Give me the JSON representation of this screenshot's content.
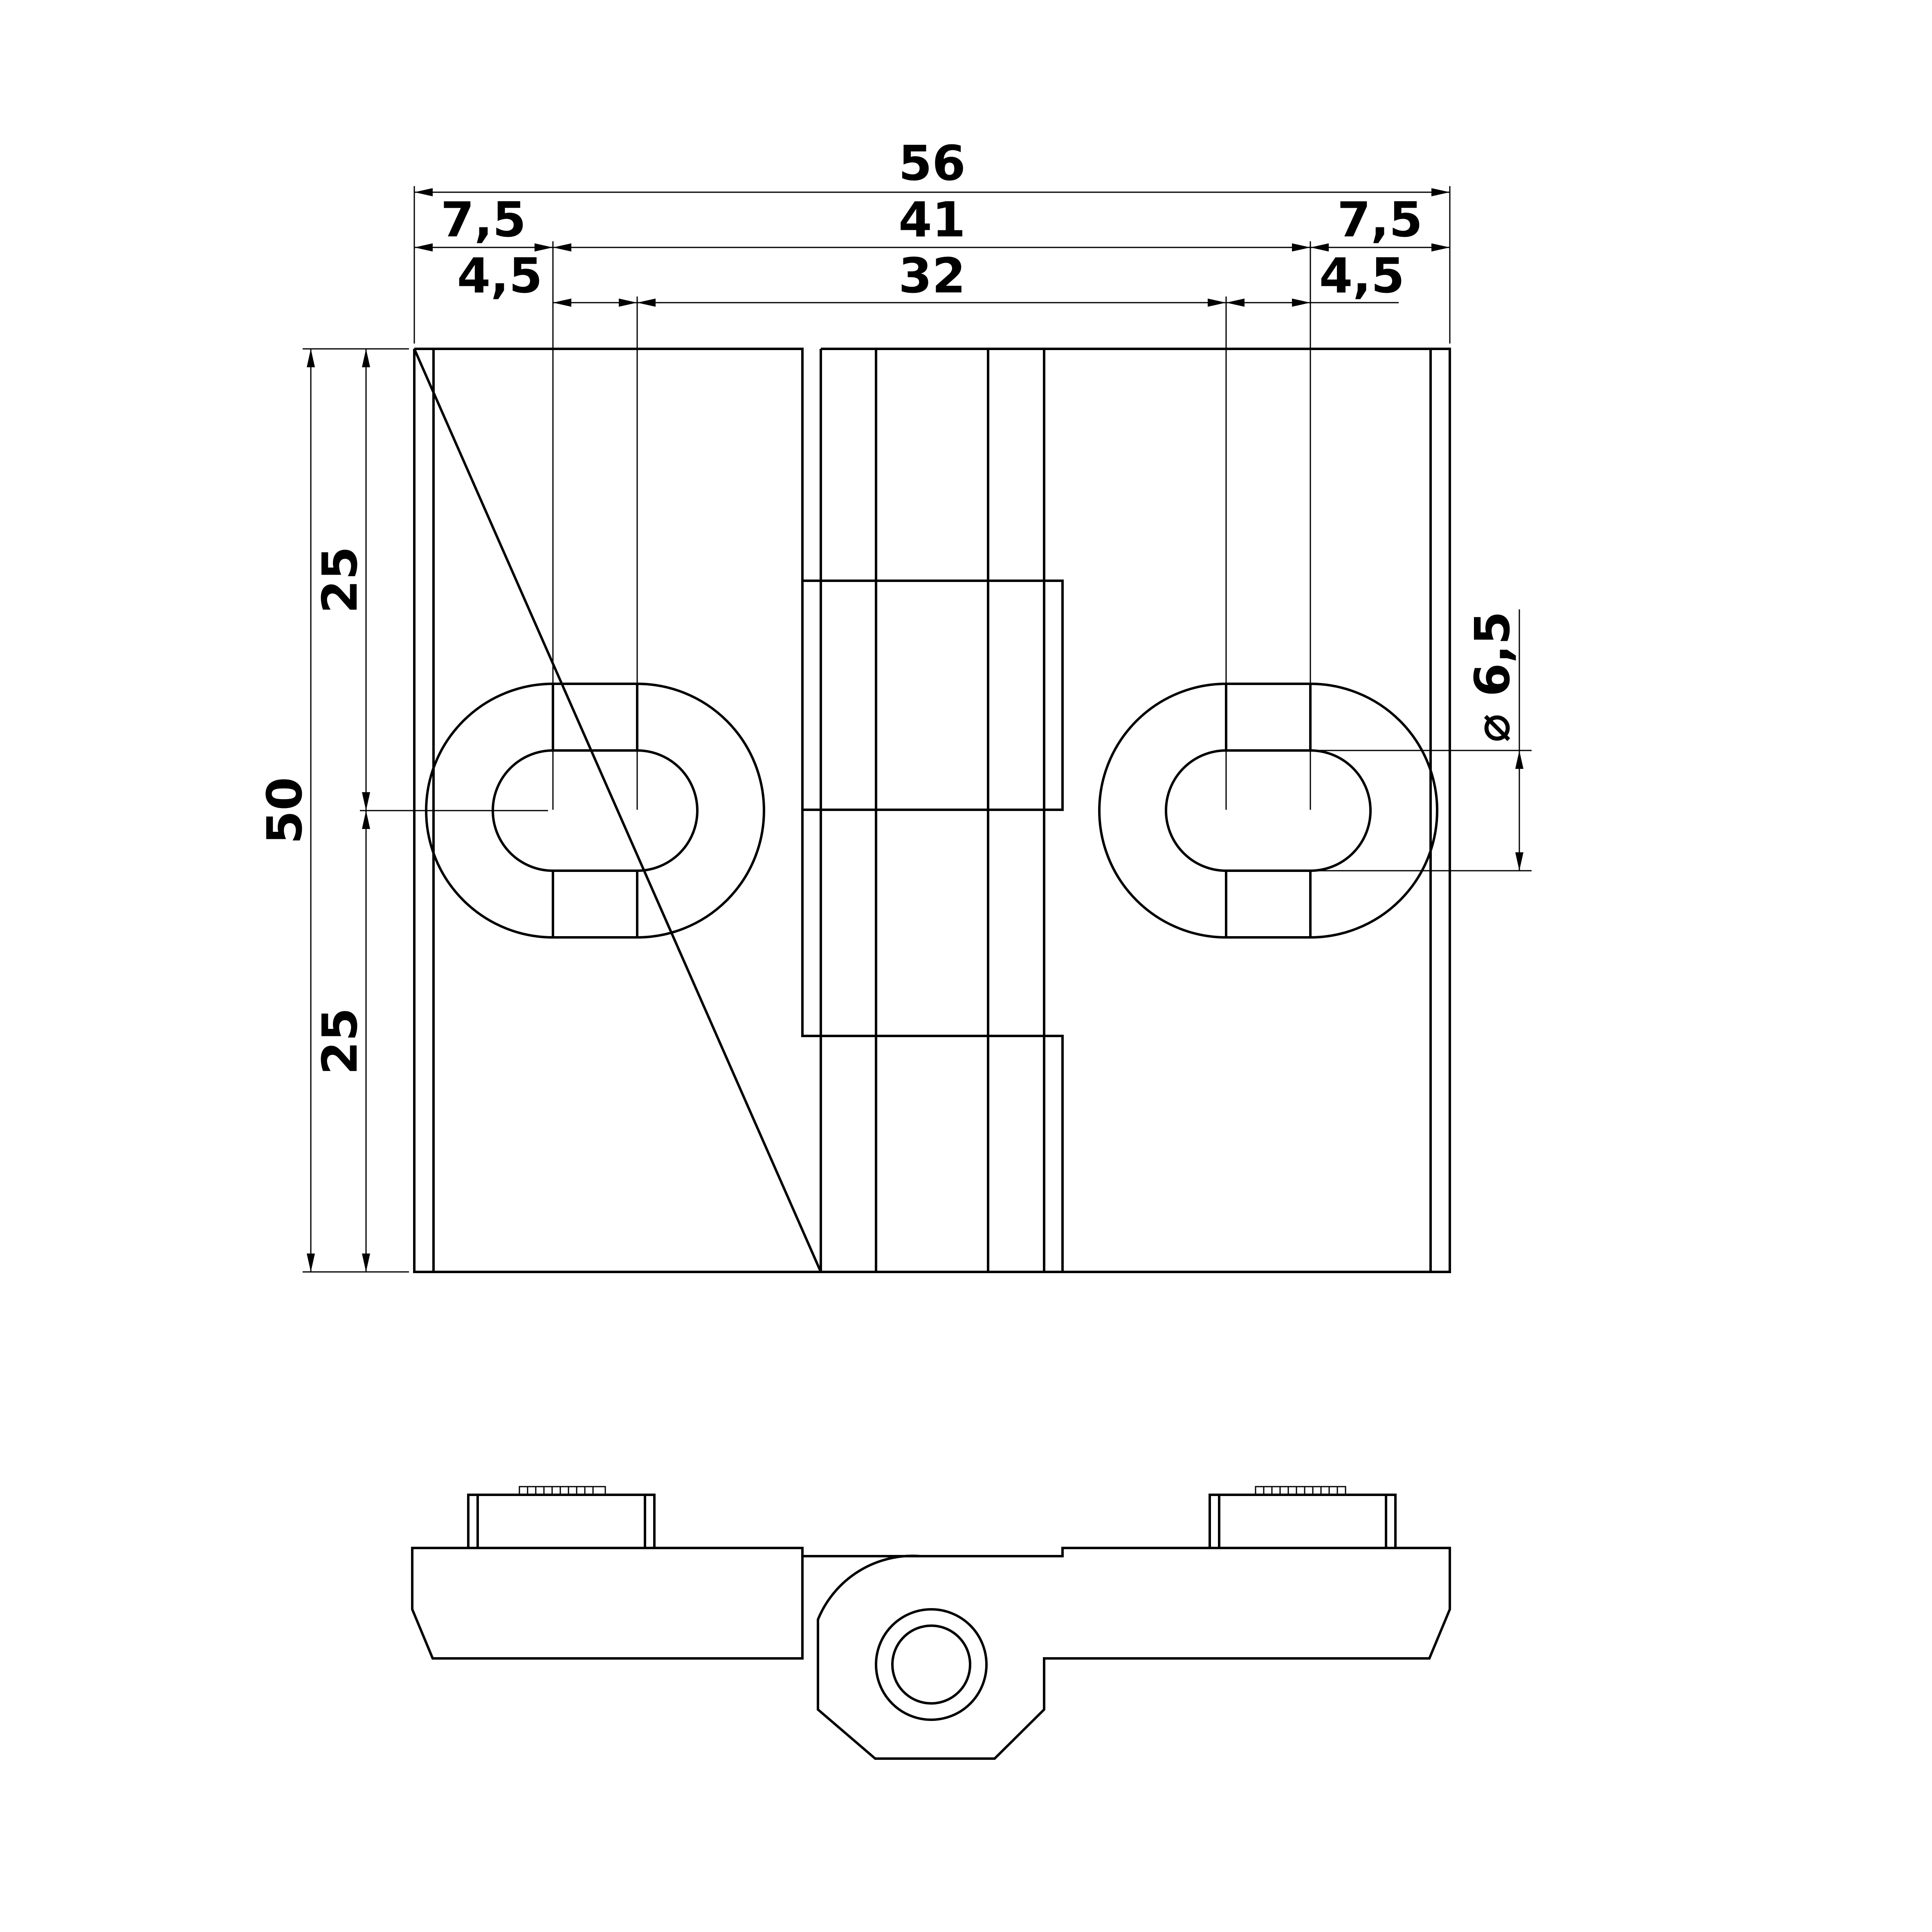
{
  "drawing": {
    "dimensions": {
      "overall_width": "56",
      "left_edge_to_hole": "7,5",
      "hole_pitch_outer": "41",
      "right_edge_to_hole": "7,5",
      "left_slot_length": "4,5",
      "hole_pitch_inner": "32",
      "right_slot_length": "4,5",
      "overall_height": "50",
      "upper_half_height": "25",
      "lower_half_height": "25",
      "hole_diameter": "⌀ 6,5"
    }
  }
}
